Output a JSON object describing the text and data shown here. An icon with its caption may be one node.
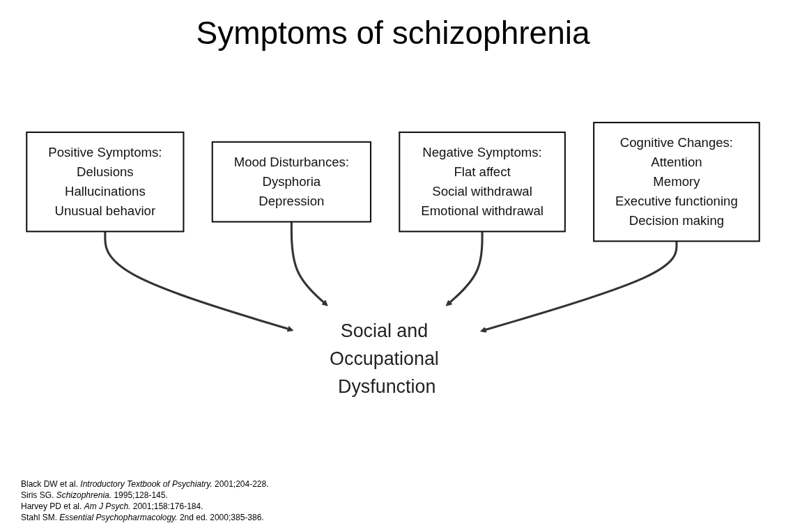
{
  "diagram": {
    "title": "Symptoms of schizophrenia",
    "nodes": [
      {
        "text": [
          "Positive Symptoms:",
          "Delusions",
          "Hallucinations",
          "Unusual behavior"
        ]
      },
      {
        "text": [
          "Mood Disturbances:",
          "Dysphoria",
          "Depression"
        ]
      },
      {
        "text": [
          "Social and Occupational Dysfunction"
        ]
      },
      {
        "text": [
          "Negative Symptoms:",
          "Flat affect",
          "Social withdrawal",
          "Emotional withdrawal"
        ]
      },
      {
        "text": [
          "Cognitive Changes:",
          "Attention",
          "Memory",
          "Executive functioning",
          "Decision making"
        ]
      }
    ],
    "edges": [
      {
        "from": 0,
        "to": 2,
        "arrow": "to"
      },
      {
        "from": 1,
        "to": 2,
        "arrow": "to"
      },
      {
        "from": 3,
        "to": 2,
        "arrow": "to"
      },
      {
        "from": 4,
        "to": 2,
        "arrow": "to"
      }
    ],
    "labels": [
      "Black DW et al. *Introductory Textbook of Psychiatry.* 2001;204-228.",
      "Siris SG. *Schizophrenia.* 1995;128-145.",
      "Harvey PD et al. *Am J Psych.* 2001;158:176-184.",
      "Stahl SM. *Essential Psychopharmacology.* 2nd ed. 2000;385-386."
    ]
  }
}
